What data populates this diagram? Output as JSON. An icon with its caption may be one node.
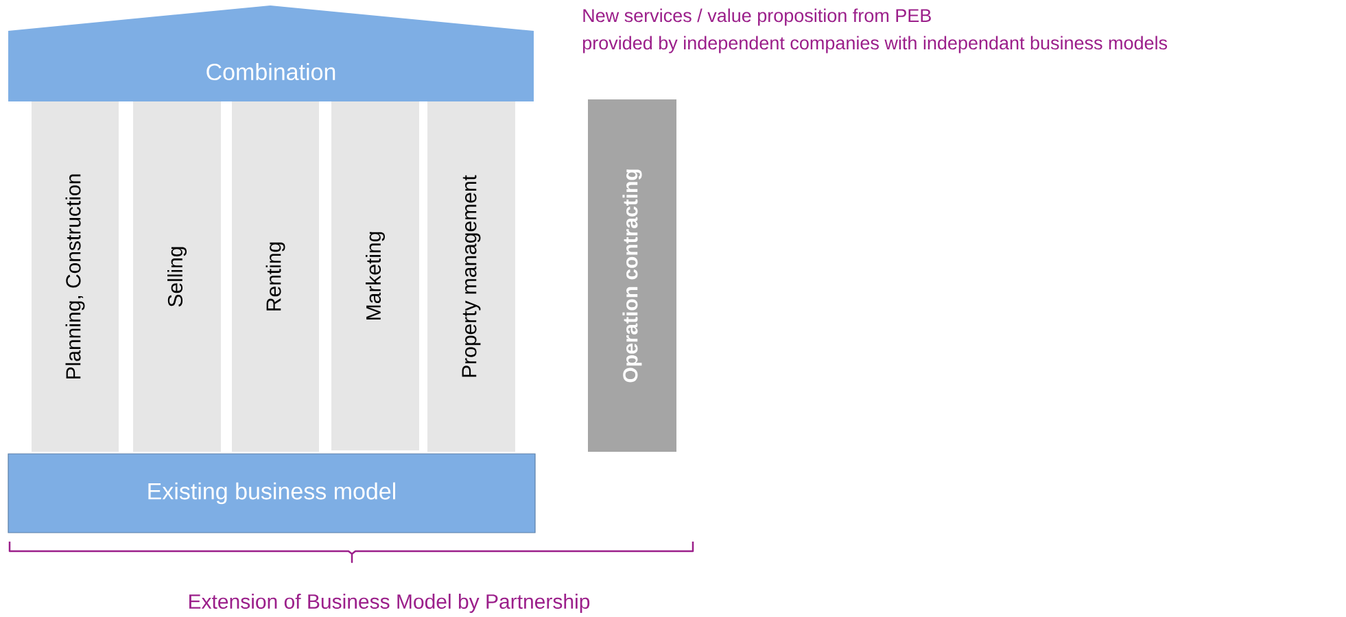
{
  "diagram": {
    "nodes": [
      {
        "text": [
          "Combination"
        ]
      },
      {
        "text": [
          "Planning, Construction"
        ]
      },
      {
        "text": [
          "Selling"
        ]
      },
      {
        "text": [
          "Renting"
        ]
      },
      {
        "text": [
          "Marketing"
        ]
      },
      {
        "text": [
          "Property management"
        ]
      },
      {
        "text": [
          "Operation contracting"
        ]
      },
      {
        "text": [
          "Existing business model"
        ]
      }
    ],
    "edges": [],
    "labels": [
      "New services / value proposition from PEB",
      "provided by independent companies with independant business models",
      "Extension of Business Model by Partnership"
    ]
  }
}
